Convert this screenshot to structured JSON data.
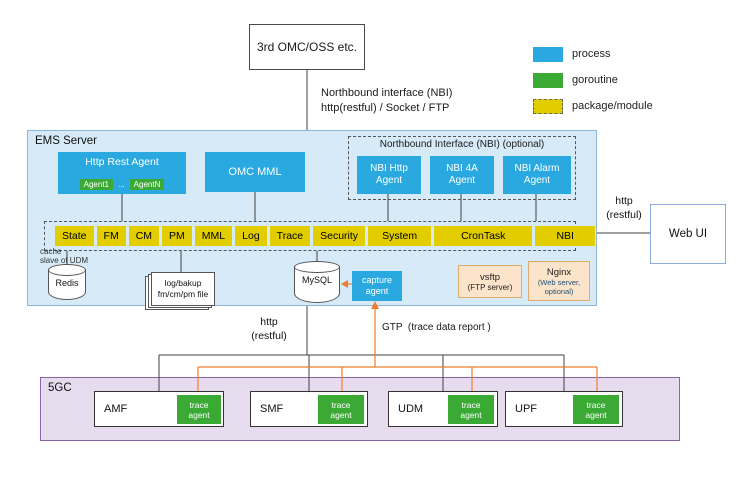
{
  "colors": {
    "process_blue": "#29a9e0",
    "goroutine_green": "#3aaa35",
    "module_yellow": "#e2ce00",
    "gtp_orange": "#ed7d31",
    "ems_background": "#d6eaf8",
    "core_background": "#e6dcee"
  },
  "legend": {
    "process": "process",
    "goroutine": "goroutine",
    "package": "package/module"
  },
  "external": {
    "omc_box": "3rd OMC/OSS etc.",
    "nbi_note_line1": "Northbound interface (NBI)",
    "nbi_note_line2": "http(restful) / Socket / FTP",
    "web_ui": "Web UI",
    "http_right_line1": "http",
    "http_right_line2": "(restful)",
    "http_bottom_line1": "http",
    "http_bottom_line2": "(restful)",
    "gtp_label": "GTP  (trace data report )"
  },
  "ems": {
    "title": "EMS Server",
    "http_rest_agent": {
      "title": "Http Rest Agent",
      "agent1": "Agent1",
      "dots": "...",
      "agentN": "AgentN"
    },
    "omc_mml": "OMC MML",
    "nbi_group": {
      "title": "Northbound Interface (NBI)  (optional)",
      "agents": [
        {
          "line1": "NBI Http",
          "line2": "Agent"
        },
        {
          "line1": "NBI 4A",
          "line2": "Agent"
        },
        {
          "line1": "NBI Alarm",
          "line2": "Agent"
        }
      ]
    },
    "modules": [
      "State",
      "FM",
      "CM",
      "PM",
      "MML",
      "Log",
      "Trace",
      "Security",
      "System",
      "CronTask",
      "NBI"
    ],
    "redis": {
      "label": "Redis",
      "note_line1": "cache",
      "note_line2": "slave of UDM"
    },
    "files": {
      "line1": "log/bakup",
      "line2": "fm/cm/pm file"
    },
    "mysql": {
      "label": "MySQL"
    },
    "capture_agent": {
      "line1": "capture",
      "line2": "agent"
    },
    "vsftp": {
      "line1": "vsftp",
      "line2": "(FTP server)"
    },
    "nginx": {
      "line1": "Nginx",
      "line2": "(Web server,",
      "line3": "optional)"
    }
  },
  "core": {
    "title": "5GC",
    "trace_agent": {
      "line1": "trace",
      "line2": "agent"
    },
    "nfs": [
      {
        "name": "AMF"
      },
      {
        "name": "SMF"
      },
      {
        "name": "UDM"
      },
      {
        "name": "UPF"
      }
    ]
  }
}
